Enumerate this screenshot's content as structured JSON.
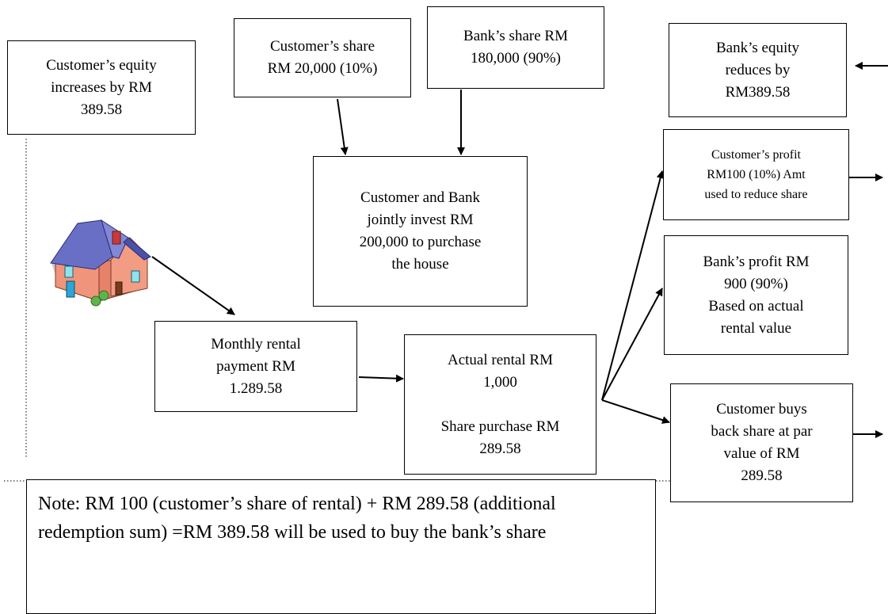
{
  "boxes": {
    "customer_equity": "Customer’s equity\nincreases by RM\n389.58",
    "customer_share": "Customer’s share\nRM 20,000 (10%)",
    "bank_share": "Bank’s share RM\n180,000 (90%)",
    "bank_equity": "Bank’s equity\nreduces by\nRM389.58",
    "customer_profit": "Customer’s profit\nRM100 (10%) Amt\nused to reduce share",
    "joint_invest": "Customer and Bank\njointly invest RM\n200,000 to purchase\nthe house",
    "bank_profit": "Bank’s profit RM\n900 (90%)\nBased on actual\nrental value",
    "monthly_rental": "Monthly rental\npayment RM\n1.289.58",
    "actual_rental": "Actual rental RM\n1,000\n\nShare purchase RM\n289.58",
    "buy_back": "Customer buys\nback share at par\nvalue of RM\n289.58"
  },
  "note": "Note: RM 100 (customer’s share of rental) + RM 289.58 (additional redemption sum)  =RM 389.58 will be used to buy the bank’s share",
  "icons": [
    "house-icon"
  ],
  "colors": {
    "house_roof": "#6a6fc6",
    "house_wall": "#f0957b",
    "house_door": "#2aa6d8",
    "house_window": "#8fe3ec",
    "chimney": "#c73a3a",
    "bush": "#5fb34a"
  }
}
